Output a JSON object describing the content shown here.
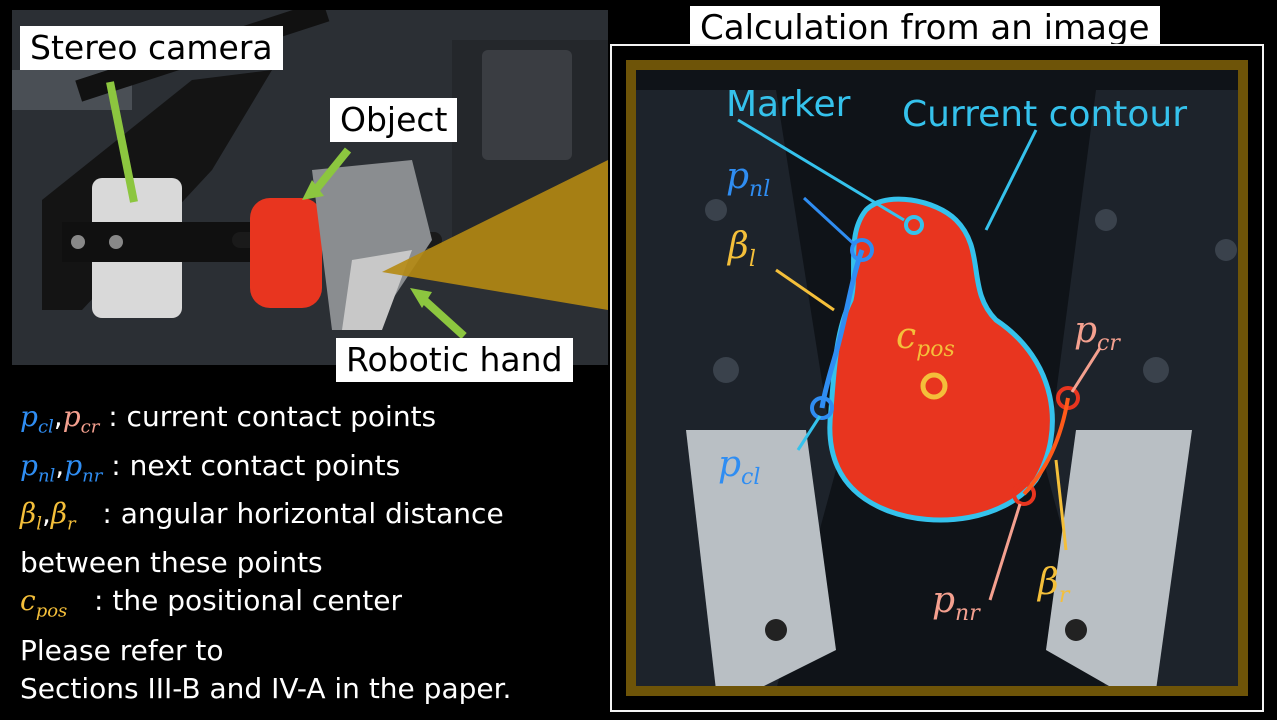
{
  "labels": {
    "stereo_camera": "Stereo camera",
    "object": "Object",
    "robotic_hand": "Robotic hand",
    "calc_title": "Calculation from an image",
    "marker": "Marker",
    "current_contour": "Current contour"
  },
  "annotations": {
    "p": "p",
    "beta": "β",
    "c": "c",
    "nl": "nl",
    "cl": "cl",
    "cr": "cr",
    "nr": "nr",
    "l": "l",
    "r": "r",
    "pos": "pos"
  },
  "legend": {
    "row1_text": ": current contact points",
    "row2_text": ": next contact points",
    "row3_text": "  : angular horizontal distance",
    "row3b_text": "between these points",
    "row4_text": "  : the positional center",
    "comma": ","
  },
  "note": {
    "line1": "Please refer to",
    "line2": "Sections III-B and IV-A in the paper."
  },
  "colors": {
    "blue": "#2f8df2",
    "cyan": "#35c2ec",
    "pink": "#f4a08f",
    "gold": "#f4bf3a",
    "object_red": "#e8351f",
    "green_arrow": "#8cc63f",
    "frame_brown": "#6e5408"
  }
}
